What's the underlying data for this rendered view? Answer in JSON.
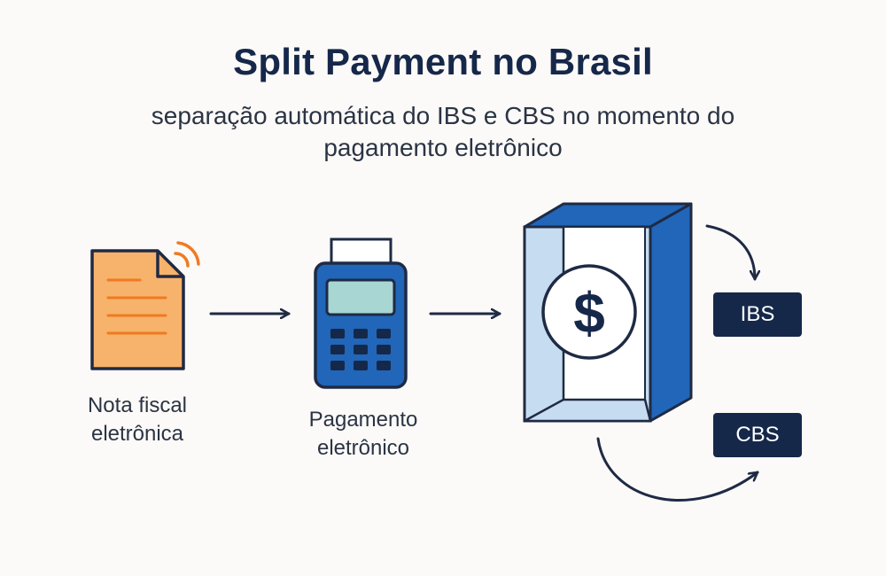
{
  "title": "Split Payment no Brasil",
  "subtitle": "separação automática do IBS e CBS no momento do pagamento eletrônico",
  "steps": {
    "nota": {
      "label": "Nota fiscal eletrônica",
      "icon": "document-icon"
    },
    "pagamento": {
      "label": "Pagamento eletrônico",
      "icon": "payment-terminal-icon"
    },
    "cofre": {
      "symbol": "$",
      "icon": "safe-box-icon"
    }
  },
  "outputs": {
    "ibs": "IBS",
    "cbs": "CBS"
  },
  "colors": {
    "navy": "#16284a",
    "blue": "#2166b8",
    "light_blue": "#c6dcf1",
    "orange": "#f5a55e",
    "orange_dark": "#f07a22"
  }
}
